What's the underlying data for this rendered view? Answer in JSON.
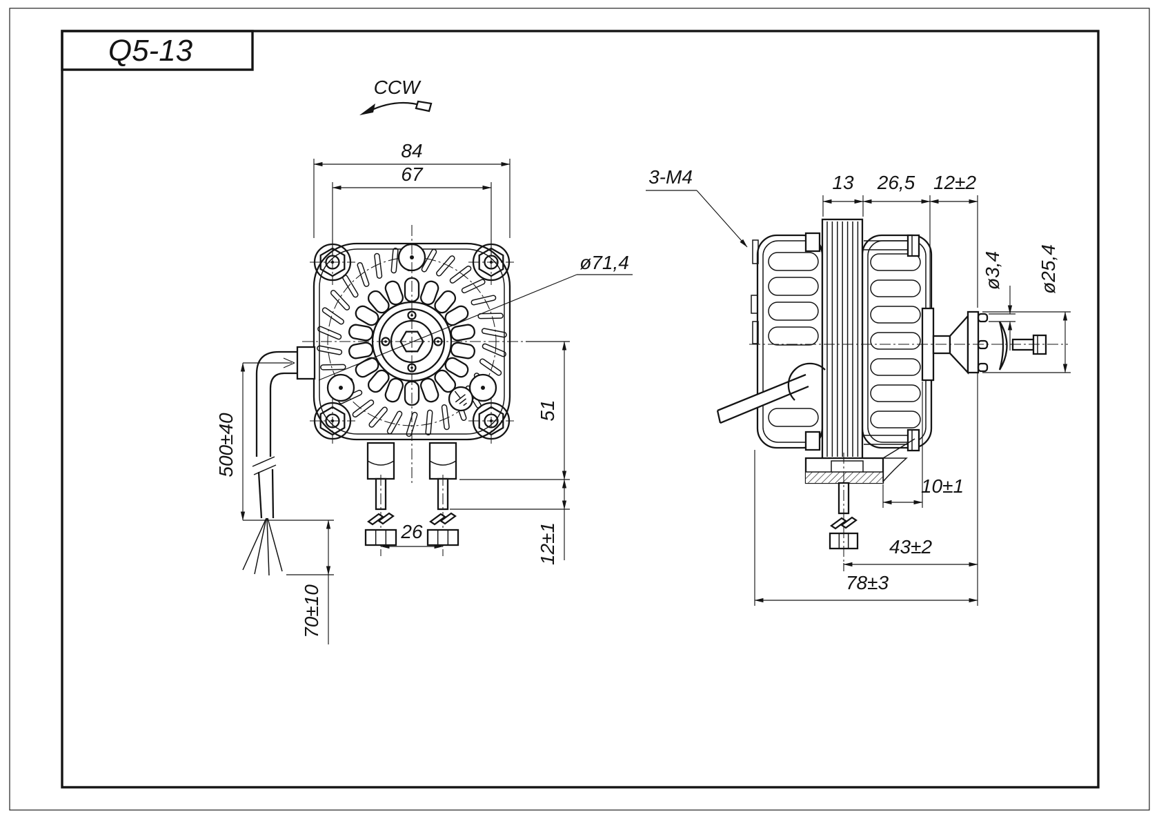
{
  "title_block": {
    "model": "Q5-13"
  },
  "colors": {
    "line": "#141414",
    "background": "#ffffff"
  },
  "front_view": {
    "rotation_label": "CCW",
    "dims": {
      "body_width": "84",
      "hole_spacing": "67",
      "bolt_circle_dia": "ø71,4",
      "center_to_mount": "51",
      "stud_protrusion": "12±1",
      "stud_spacing": "26",
      "cable_length": "500±40",
      "wire_strip_length": "70±10"
    }
  },
  "side_view": {
    "thread_callout": "3-M4",
    "dims": {
      "stack_length": "13",
      "shell_length": "26,5",
      "shaft_extension": "12±2",
      "pin_dia": "ø3,4",
      "hub_dia": "ø25,4",
      "mount_offset": "10±1",
      "mount_to_shaft_end": "43±2",
      "overall_length": "78±3"
    }
  }
}
